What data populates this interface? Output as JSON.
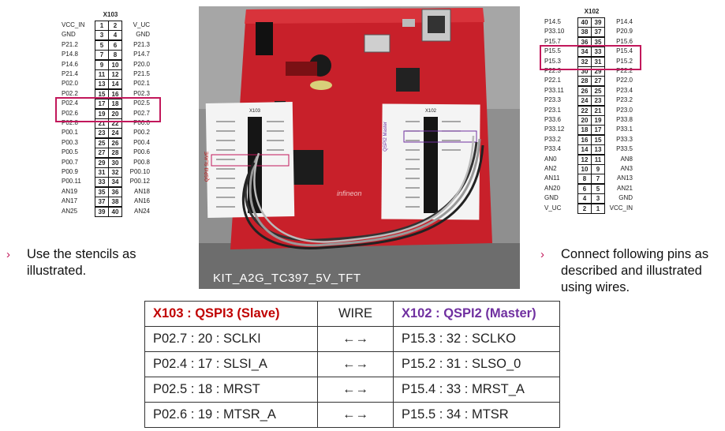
{
  "left_header": {
    "title": "X103",
    "rows": [
      {
        "l": "VCC_IN",
        "a": "1",
        "b": "2",
        "r": "V_UC"
      },
      {
        "l": "GND",
        "a": "3",
        "b": "4",
        "r": "GND"
      },
      {
        "l": "P21.2",
        "a": "5",
        "b": "6",
        "r": "P21.3"
      },
      {
        "l": "P14.8",
        "a": "7",
        "b": "8",
        "r": "P14.7"
      },
      {
        "l": "P14.6",
        "a": "9",
        "b": "10",
        "r": "P20.0"
      },
      {
        "l": "P21.4",
        "a": "11",
        "b": "12",
        "r": "P21.5"
      },
      {
        "l": "P02.0",
        "a": "13",
        "b": "14",
        "r": "P02.1"
      },
      {
        "l": "P02.2",
        "a": "15",
        "b": "16",
        "r": "P02.3"
      },
      {
        "l": "P02.4",
        "a": "17",
        "b": "18",
        "r": "P02.5"
      },
      {
        "l": "P02.6",
        "a": "19",
        "b": "20",
        "r": "P02.7"
      },
      {
        "l": "P02.8",
        "a": "21",
        "b": "22",
        "r": "P00.0"
      },
      {
        "l": "P00.1",
        "a": "23",
        "b": "24",
        "r": "P00.2"
      },
      {
        "l": "P00.3",
        "a": "25",
        "b": "26",
        "r": "P00.4"
      },
      {
        "l": "P00.5",
        "a": "27",
        "b": "28",
        "r": "P00.6"
      },
      {
        "l": "P00.7",
        "a": "29",
        "b": "30",
        "r": "P00.8"
      },
      {
        "l": "P00.9",
        "a": "31",
        "b": "32",
        "r": "P00.10"
      },
      {
        "l": "P00.11",
        "a": "33",
        "b": "34",
        "r": "P00.12"
      },
      {
        "l": "AN19",
        "a": "35",
        "b": "36",
        "r": "AN18"
      },
      {
        "l": "AN17",
        "a": "37",
        "b": "38",
        "r": "AN16"
      },
      {
        "l": "AN25",
        "a": "39",
        "b": "40",
        "r": "AN24"
      }
    ]
  },
  "right_header": {
    "title": "X102",
    "rows": [
      {
        "l": "P14.5",
        "a": "40",
        "b": "39",
        "r": "P14.4"
      },
      {
        "l": "P33.10",
        "a": "38",
        "b": "37",
        "r": "P20.9"
      },
      {
        "l": "P15.7",
        "a": "36",
        "b": "35",
        "r": "P15.6"
      },
      {
        "l": "P15.5",
        "a": "34",
        "b": "33",
        "r": "P15.4"
      },
      {
        "l": "P15.3",
        "a": "32",
        "b": "31",
        "r": "P15.2"
      },
      {
        "l": "P22.3",
        "a": "30",
        "b": "29",
        "r": "P22.2"
      },
      {
        "l": "P22.1",
        "a": "28",
        "b": "27",
        "r": "P22.0"
      },
      {
        "l": "P33.11",
        "a": "26",
        "b": "25",
        "r": "P23.4"
      },
      {
        "l": "P23.3",
        "a": "24",
        "b": "23",
        "r": "P23.2"
      },
      {
        "l": "P23.1",
        "a": "22",
        "b": "21",
        "r": "P23.0"
      },
      {
        "l": "P33.6",
        "a": "20",
        "b": "19",
        "r": "P33.8"
      },
      {
        "l": "P33.12",
        "a": "18",
        "b": "17",
        "r": "P33.1"
      },
      {
        "l": "P33.2",
        "a": "16",
        "b": "15",
        "r": "P33.3"
      },
      {
        "l": "P33.4",
        "a": "14",
        "b": "13",
        "r": "P33.5"
      },
      {
        "l": "AN0",
        "a": "12",
        "b": "11",
        "r": "AN8"
      },
      {
        "l": "AN2",
        "a": "10",
        "b": "9",
        "r": "AN3"
      },
      {
        "l": "AN11",
        "a": "8",
        "b": "7",
        "r": "AN13"
      },
      {
        "l": "AN20",
        "a": "6",
        "b": "5",
        "r": "AN21"
      },
      {
        "l": "GND",
        "a": "4",
        "b": "3",
        "r": "GND"
      },
      {
        "l": "V_UC",
        "a": "2",
        "b": "1",
        "r": "VCC_IN"
      }
    ]
  },
  "photo": {
    "caption": "KIT_A2G_TC397_5V_TFT",
    "x103_label": "X103",
    "x102_label": "X102",
    "left_side_label": "QSPI3 SLAVE",
    "right_side_label": "QSPI2 Master",
    "brand": "infineon"
  },
  "bullets": {
    "left": "Use the stencils as illustrated.",
    "right": "Connect following pins as described and illustrated using wires.",
    "arrow": "›"
  },
  "table": {
    "header": {
      "slave": "X103 : QSPI3 (Slave)",
      "wire": "WIRE",
      "master": "X102 : QSPI2 (Master)"
    },
    "rows": [
      {
        "slave": "P02.7 : 20 : SCLKI",
        "wire": "←→",
        "master": "P15.3 : 32 : SCLKO"
      },
      {
        "slave": "P02.4 : 17 : SLSI_A",
        "wire": "←→",
        "master": "P15.2 : 31 : SLSO_0"
      },
      {
        "slave": "P02.5 : 18 : MRST",
        "wire": "←→",
        "master": "P15.4 : 33 : MRST_A"
      },
      {
        "slave": "P02.6 : 19 : MTSR_A",
        "wire": "←→",
        "master": "P15.5 : 34 : MTSR"
      }
    ]
  },
  "colors": {
    "highlight": "#c2185b",
    "slave_title": "#c00000",
    "master_title": "#7030a0",
    "board": "#c8202a"
  }
}
